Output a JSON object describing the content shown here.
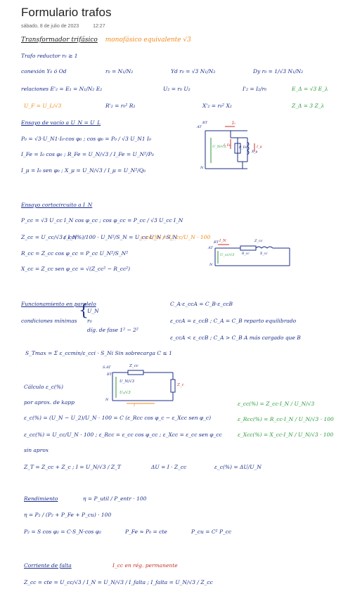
{
  "page": {
    "title": "Formulario trafos",
    "date": "sábado, 8 de julio de 2023",
    "time": "12:27"
  },
  "notes": {
    "heading": "Transformador trifásico",
    "heading_orange": "monofásico equivalente √3",
    "l1": "Trafo reductor  r₀ ≥ 1",
    "l2a": "conexión Y₀ ó Od",
    "l2b": "r₀ = N₁/N₂",
    "l2c": "Yd  r₀ = √3 N₁/N₂",
    "l2d": "Dy  r₀ = 1/√3 N₁/N₂",
    "l3a": "relaciones  E'₂ = E₁ = N₁/N₂ E₂",
    "l3b": "U₂ = r₀ U₂",
    "l3c": "I'₂ = I₂/r₀",
    "l3d": "E_Δ = √3 E_λ",
    "l4a": "U_F = U_L/√3",
    "l4b": "R'₂ = r₀² R₂",
    "l4c": "X'₂ = r₀² X₂",
    "l4d": "Z_Δ = 3 Z_λ",
    "vacio_title": "Ensayo de vacío a U_N = U_L",
    "vacio1": "P₀ = √3·U_N1·I₀·cos φ₀  ;  cos φ₀ = P₀ / √3 U_N1 I₀",
    "vacio2": "I_Fe = I₀ cos φ₀  ;  R_Fe = U_N/√3 / I_Fe = U_N²/P₀",
    "vacio3": "I_μ = I₀ sen φ₀  ;  X_μ = U_N/√3 / I_μ = U_N²/Q₀",
    "cc_title": "Ensayo cortocircuito a I_N",
    "cc1": "P_cc = √3 U_cc I_N cos φ_cc  ;  cos φ_cc = P_cc / √3 U_cc I_N",
    "cc2a": "Z_cc = U_cc/√3 / I_N",
    "cc2b": "ε_cc(%)/100 · U_N²/S_N = U_cc U_N / S_N",
    "cc2c": "ε_cc(%) = U_cc/U_N · 100",
    "cc3": "R_cc = Z_cc cos φ_cc = P_cc U_N²/S_N²",
    "cc4": "X_cc = Z_cc sen φ_cc = √(Z_cc² − R_cc²)",
    "par_title": "Funcionamiento en paralelo",
    "par_cond": "condiciones mínimas",
    "par_b1": "U_N",
    "par_b2": "r₀",
    "par_b3": "díg. de fase  1² − 2²",
    "par_r1": "C_A·ε_ccA = C_B·ε_ccB",
    "par_r2": "ε_ccA = ε_ccB ; C_A = C_B  reparto equilibrado",
    "par_r3": "ε_ccA < ε_ccB ; C_A > C_B  A más cargado que B",
    "par_s": "S_Tmax = Σ ε_ccmin/ε_cci · S_Ni   Sin sobrecarga C ≤ 1",
    "calc_title": "Cálculo ε_c(%)",
    "calc_kapp": "por aprox. de kapp",
    "calc1": "ε_c(%) = (U_N − U_2)/U_N · 100 = C (ε_Rcc cos φ_c − ε_Xcc sen φ_c)",
    "calc2": "ε_cc(%) = U_cc/U_N · 100 ; ε_Rcc = ε_cc cos φ_cc ; ε_Xcc = ε_cc sen φ_cc",
    "calc_sin": "sin aprox",
    "calc3": "Z_T = Z_cc + Z_c  ;  I = U_N/√3 / Z_T",
    "calc3b": "ΔU = I · Z_cc",
    "calc3c": "ε_c(%) = ΔU/U_N",
    "g1": "ε_cc(%) = Z_cc·I_N / U_N/√3",
    "g2": "ε_Rcc(%) = R_cc·I_N / U_N/√3 · 100",
    "g3": "ε_Xcc(%) = X_cc·I_N / U_N/√3 · 100",
    "rend_title": "Rendimiento",
    "rend1": "η = P_util / P_entr · 100",
    "rend2": "η = P₂ / (P₂ + P_Fe + P_cu) · 100",
    "rend3a": "P₂ = S cos φ₂ = C·S_N·cos φ₂",
    "rend3b": "P_Fe ≈ P₀ = cte",
    "rend3c": "P_cu = C² P_cc",
    "falta_title": "Corriente de falta",
    "falta_red": "I_cc en rég. permanente",
    "falta1": "Z_cc = cte = U_cc/√3 / I_N = U_N/√3 / I_falta  ;  I_falta = U_N/√3 / Z_cc"
  },
  "diagram1": {
    "top_left": "AT",
    "top_label": "BT",
    "current": "I₀",
    "ife": "I_Fe",
    "imu": "I_μ",
    "voltage": "U_N/√3",
    "rfe": "R_Fe",
    "xmu": "X_μ",
    "neutral": "N"
  },
  "diagram2": {
    "top_left": "AT",
    "top_label": "BT",
    "current": "I_N",
    "voltage": "U_cc/√3",
    "zcc": "Z_cc",
    "rcc": "R_cc",
    "xcc": "X_cc",
    "neutral": "N"
  },
  "diagram3": {
    "top_left": "S.AT",
    "top_label": "BT",
    "zcc": "Z_cc",
    "zc": "Z_c",
    "u_in": "U_N/√3",
    "u_out": "U₂/√3",
    "neutral": "N",
    "current": "I"
  },
  "colors": {
    "ink": "#1a2e8a",
    "orange": "#f28a1a",
    "green": "#2a9a3a",
    "red": "#c8322a"
  }
}
